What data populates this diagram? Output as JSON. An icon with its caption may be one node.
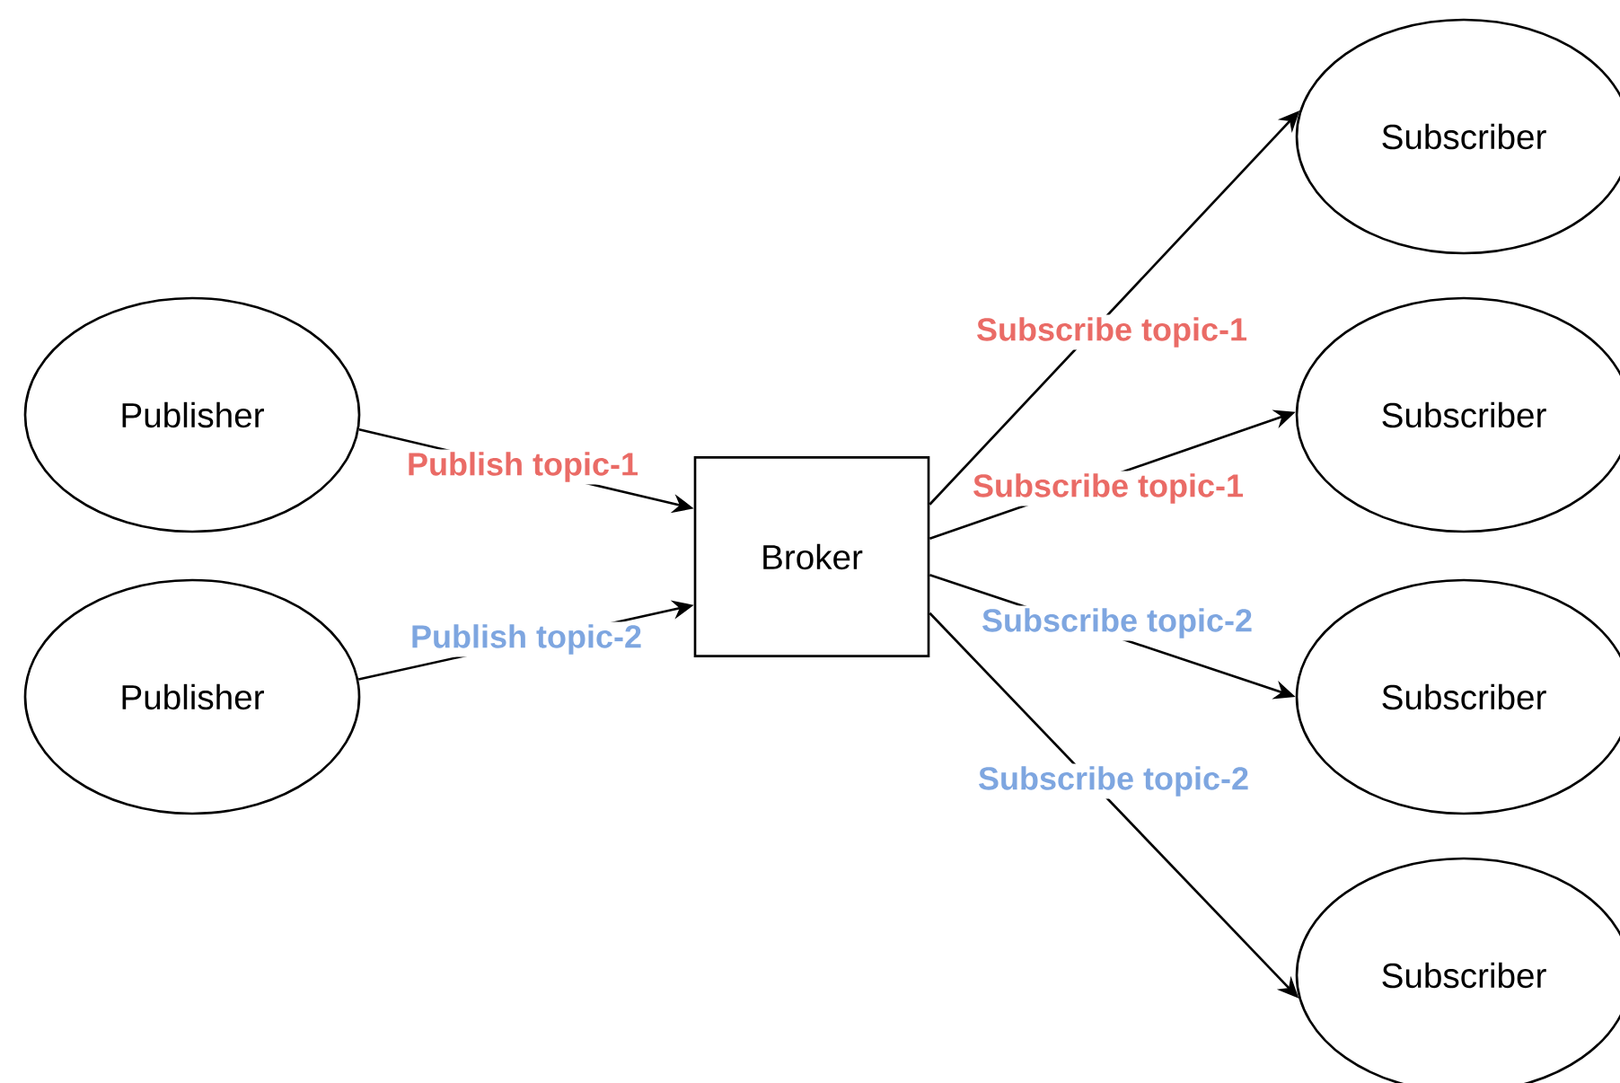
{
  "diagram": {
    "nodes": [
      {
        "text": [
          "Publisher"
        ]
      },
      {
        "text": [
          "Publisher"
        ]
      },
      {
        "text": [
          "Broker"
        ]
      },
      {
        "text": [
          "Subscriber"
        ]
      },
      {
        "text": [
          "Subscriber"
        ]
      },
      {
        "text": [
          "Subscriber"
        ]
      },
      {
        "text": [
          "Subscriber"
        ]
      }
    ],
    "edges": [
      {
        "from": 0,
        "to": 2,
        "arrow": "to",
        "label": "Publish topic-1"
      },
      {
        "from": 1,
        "to": 2,
        "arrow": "to",
        "label": "Publish topic-2"
      },
      {
        "from": 2,
        "to": 3,
        "arrow": "to",
        "label": "Subscribe topic-1"
      },
      {
        "from": 2,
        "to": 4,
        "arrow": "to",
        "label": "Subscribe topic-1"
      },
      {
        "from": 2,
        "to": 5,
        "arrow": "to",
        "label": "Subscribe topic-2"
      },
      {
        "from": 2,
        "to": 6,
        "arrow": "to",
        "label": "Subscribe topic-2"
      }
    ]
  }
}
